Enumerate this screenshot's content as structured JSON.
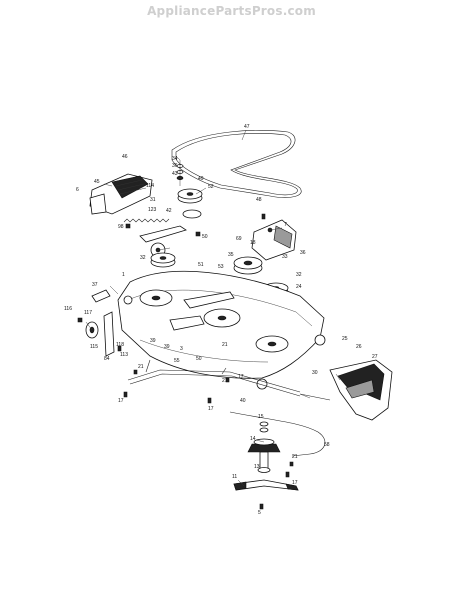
{
  "watermark": "AppliancePartsPros.com",
  "callouts": [
    {
      "id": "c47",
      "text": "47"
    },
    {
      "id": "c46",
      "text": "46"
    },
    {
      "id": "c34",
      "text": "34"
    },
    {
      "id": "c36a",
      "text": "36"
    },
    {
      "id": "c43",
      "text": "43"
    },
    {
      "id": "c49",
      "text": "49"
    },
    {
      "id": "c52",
      "text": "52"
    },
    {
      "id": "c45",
      "text": "45"
    },
    {
      "id": "c114",
      "text": "114"
    },
    {
      "id": "c6",
      "text": "6"
    },
    {
      "id": "c31",
      "text": "31"
    },
    {
      "id": "c123",
      "text": "123"
    },
    {
      "id": "c42",
      "text": "42"
    },
    {
      "id": "c98",
      "text": "98"
    },
    {
      "id": "c50a",
      "text": "50"
    },
    {
      "id": "c48",
      "text": "48"
    },
    {
      "id": "c7",
      "text": "7"
    },
    {
      "id": "c69",
      "text": "69"
    },
    {
      "id": "c18",
      "text": "18"
    },
    {
      "id": "c35",
      "text": "35"
    },
    {
      "id": "c32a",
      "text": "32"
    },
    {
      "id": "c33",
      "text": "33"
    },
    {
      "id": "c36b",
      "text": "36"
    },
    {
      "id": "c51",
      "text": "51"
    },
    {
      "id": "c53",
      "text": "53"
    },
    {
      "id": "c32b",
      "text": "32"
    },
    {
      "id": "c24",
      "text": "24"
    },
    {
      "id": "c37",
      "text": "37"
    },
    {
      "id": "c1",
      "text": "1"
    },
    {
      "id": "c116",
      "text": "116"
    },
    {
      "id": "c117",
      "text": "117"
    },
    {
      "id": "c115",
      "text": "115"
    },
    {
      "id": "c84",
      "text": "84"
    },
    {
      "id": "c118",
      "text": "118"
    },
    {
      "id": "c113",
      "text": "113"
    },
    {
      "id": "c39a",
      "text": "39"
    },
    {
      "id": "c39b",
      "text": "39"
    },
    {
      "id": "c3",
      "text": "3"
    },
    {
      "id": "c50b",
      "text": "50"
    },
    {
      "id": "c21a",
      "text": "21"
    },
    {
      "id": "c21b",
      "text": "21"
    },
    {
      "id": "c55",
      "text": "55"
    },
    {
      "id": "c25",
      "text": "25"
    },
    {
      "id": "c26",
      "text": "26"
    },
    {
      "id": "c27",
      "text": "27"
    },
    {
      "id": "c30",
      "text": "30"
    },
    {
      "id": "c17a",
      "text": "17"
    },
    {
      "id": "c17b",
      "text": "17"
    },
    {
      "id": "c40",
      "text": "40"
    },
    {
      "id": "c21c",
      "text": "21"
    },
    {
      "id": "c17c",
      "text": "17"
    },
    {
      "id": "c58",
      "text": "58"
    },
    {
      "id": "c15",
      "text": "15"
    },
    {
      "id": "c14",
      "text": "14"
    },
    {
      "id": "c13",
      "text": "13"
    },
    {
      "id": "c21d",
      "text": "21"
    },
    {
      "id": "c17d",
      "text": "17"
    },
    {
      "id": "c11",
      "text": "11"
    },
    {
      "id": "c5",
      "text": "5"
    }
  ]
}
